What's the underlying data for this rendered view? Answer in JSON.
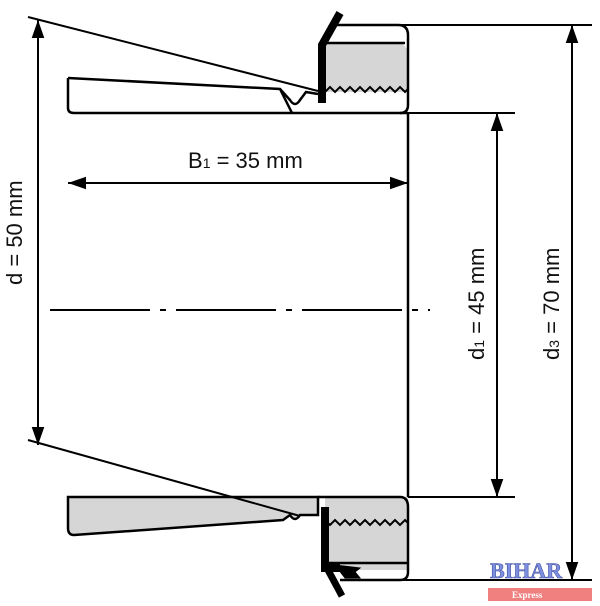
{
  "title": "Adapter sleeve dimensions",
  "dimensions": {
    "B1": {
      "symbol": "B",
      "subscript": "1",
      "text": " = 35 mm"
    },
    "d": {
      "symbol": "d",
      "subscript": "",
      "text": " = 50 mm"
    },
    "d1": {
      "symbol": "d",
      "subscript": "1",
      "text": " = 45 mm"
    },
    "d3": {
      "symbol": "d",
      "subscript": "3",
      "text": " = 70 mm"
    }
  },
  "watermark": {
    "line1": "BIHAR",
    "line2": "Express"
  },
  "colors": {
    "line": "#000000",
    "fill": "#d6d6d6",
    "watermark_blue": "#7f8fe0",
    "watermark_red": "#f08080"
  }
}
